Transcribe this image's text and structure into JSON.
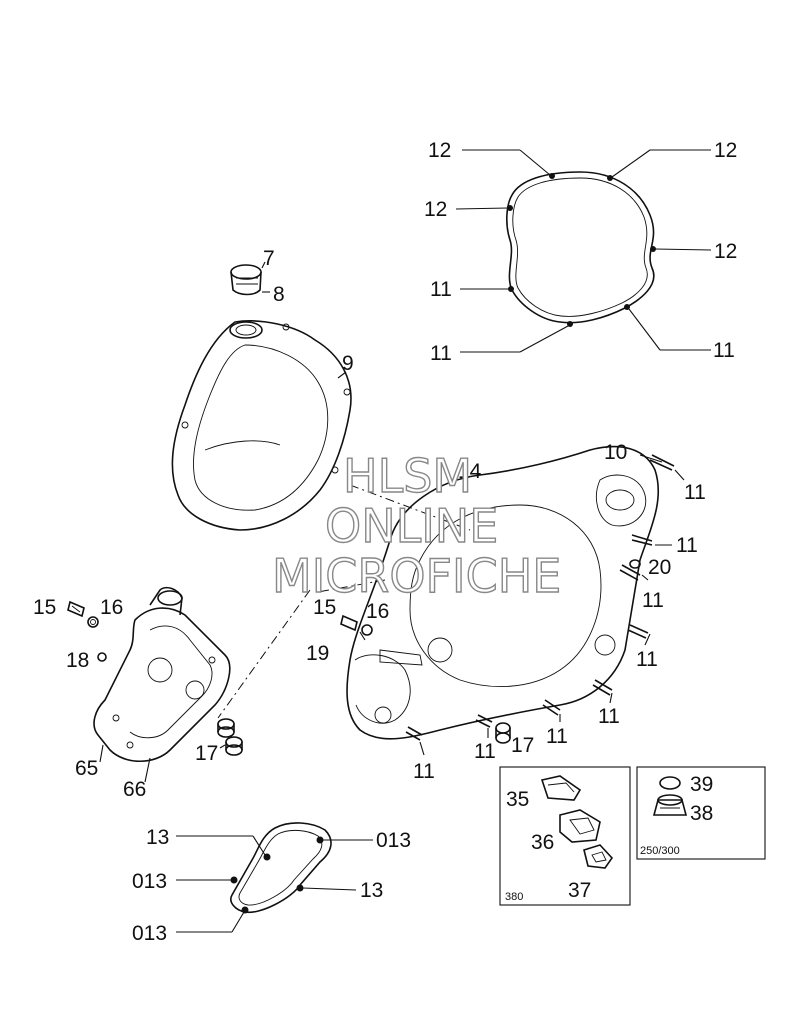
{
  "callouts": {
    "c12a": "12",
    "c12b": "12",
    "c12c": "12",
    "c12d": "12",
    "c11a": "11",
    "c11b": "11",
    "c11c": "11",
    "c7": "7",
    "c8": "8",
    "c9": "9",
    "c10": "10",
    "c14": "14",
    "c11d": "11",
    "c11e": "11",
    "c20": "20",
    "c11f": "11",
    "c11g": "11",
    "c11h": "11",
    "c11i": "11",
    "c11j": "11",
    "c11k": "11",
    "c17b": "17",
    "c15a": "15",
    "c16a": "16",
    "c15b": "15",
    "c16b": "16",
    "c18": "18",
    "c19": "19",
    "c17a": "17",
    "c65": "65",
    "c66": "66",
    "c13a": "13",
    "c013a": "013",
    "c013b": "013",
    "c13b": "13",
    "c013c": "013",
    "c35": "35",
    "c36": "36",
    "c37": "37",
    "c39": "39",
    "c38": "38"
  },
  "insets": {
    "left_model": "380",
    "right_model": "250/300"
  },
  "watermark": {
    "line1": "HLSM",
    "line2": "ONLINE",
    "line3": "MICROFICHE"
  }
}
